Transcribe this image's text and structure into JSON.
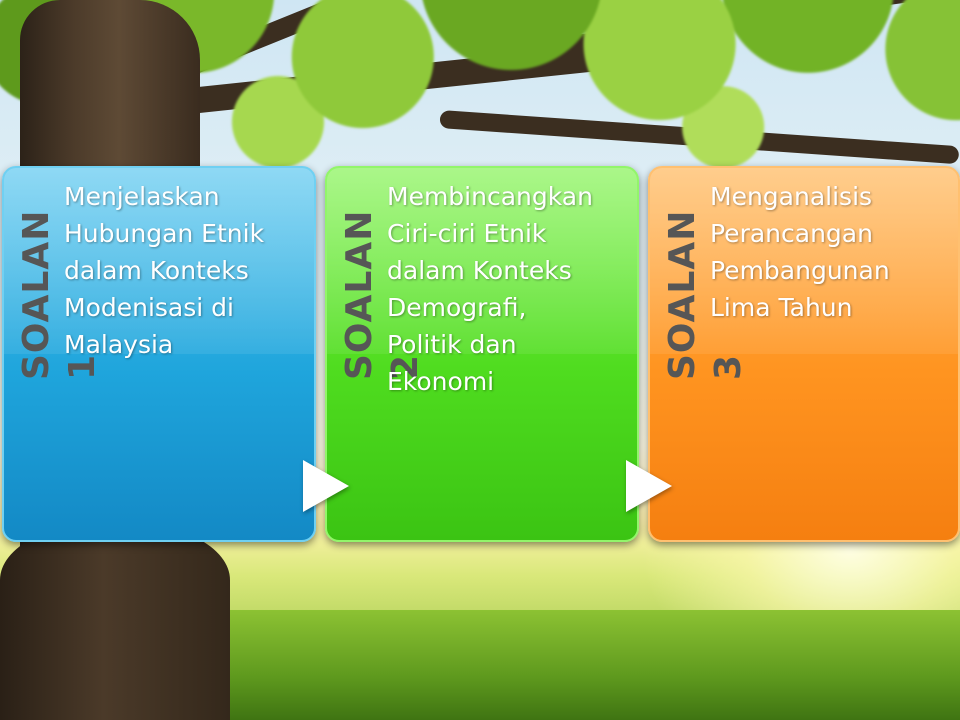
{
  "slide": {
    "cards": [
      {
        "label": "SOALAN 1",
        "text": "Menjelaskan\nHubungan Etnik\ndalam Konteks\nModenisasi di\nMalaysia",
        "color": "#1fa5dc"
      },
      {
        "label": "SOALAN 2",
        "text": "Membincangkan\nCiri-ciri Etnik\ndalam Konteks\nDemografi,\nPolitik dan\nEkonomi",
        "color": "#4fdc1f"
      },
      {
        "label": "SOALAN 3",
        "text": "Menganalisis\nPerancangan\nPembangunan\nLima Tahun",
        "color": "#ff9420"
      }
    ],
    "arrow_icon": "arrow-right-icon",
    "background": "tree-and-meadow-photo"
  }
}
